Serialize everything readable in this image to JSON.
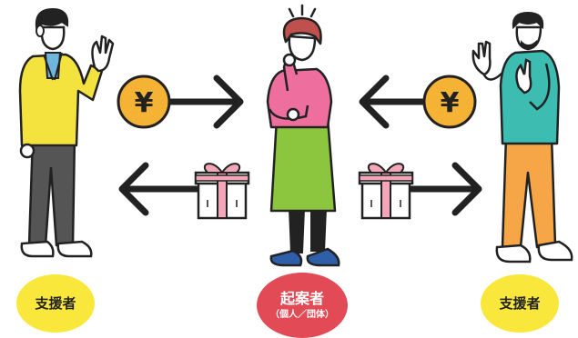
{
  "colors": {
    "supporter_badge": "#f9e83b",
    "proposer_badge": "#e24b55",
    "coin": "#f5b335",
    "left_supporter_jacket": "#f4e33f",
    "proposer_sweater": "#ee6f9d",
    "proposer_skirt": "#8cc63e",
    "right_supporter_sweater": "#3dbdb2",
    "right_supporter_pants": "#f6a647",
    "gift_ribbon": "#f2a6b7"
  },
  "coin_symbol": "¥",
  "left_supporter": {
    "label": "支援者"
  },
  "proposer": {
    "label": "起案者",
    "sublabel": "（個人／団体）"
  },
  "right_supporter": {
    "label": "支援者"
  },
  "flows": [
    {
      "item": "yen-coin",
      "from": "left_supporter",
      "to": "proposer"
    },
    {
      "item": "gift-box",
      "from": "proposer",
      "to": "left_supporter"
    },
    {
      "item": "yen-coin",
      "from": "right_supporter",
      "to": "proposer"
    },
    {
      "item": "gift-box",
      "from": "proposer",
      "to": "right_supporter"
    }
  ],
  "icons": [
    "yen-coin-icon",
    "gift-box-icon",
    "arrow-icon",
    "thinking-lines-icon"
  ]
}
